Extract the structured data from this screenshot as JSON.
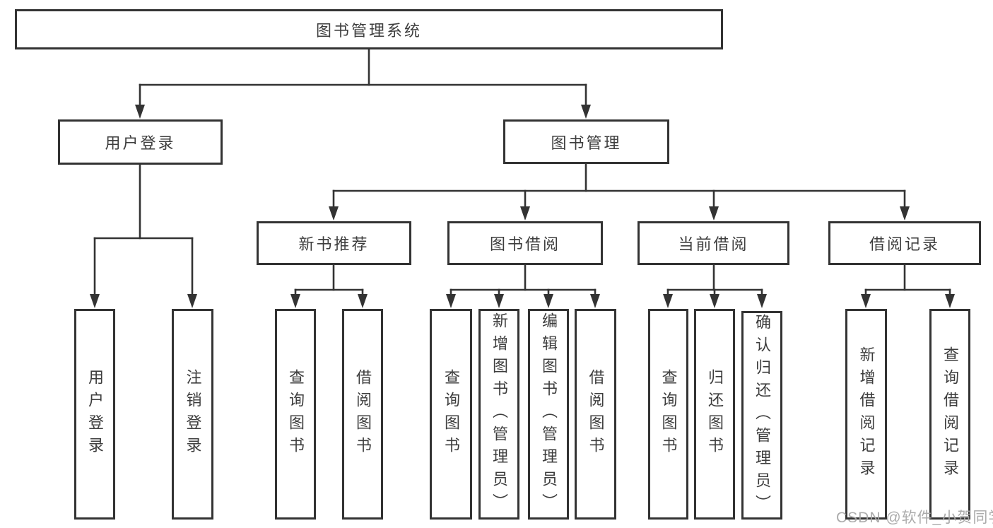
{
  "diagram": {
    "colors": {
      "line": "#333333",
      "box_border": "#333333",
      "box_fill": "#ffffff",
      "text": "#3d3d3d",
      "watermark": "#a6a6a6",
      "background": "#ffffff"
    },
    "watermark": "CSDN @软件_小贺同学",
    "tree": {
      "root": {
        "label": "图书管理系统",
        "children": [
          {
            "label": "用户登录",
            "children": [
              {
                "label": "用户登录"
              },
              {
                "label": "注销登录"
              }
            ]
          },
          {
            "label": "图书管理",
            "children": [
              {
                "label": "新书推荐",
                "children": [
                  {
                    "label": "查询图书"
                  },
                  {
                    "label": "借阅图书"
                  }
                ]
              },
              {
                "label": "图书借阅",
                "children": [
                  {
                    "label": "查询图书"
                  },
                  {
                    "label": "新增图书（管理员）"
                  },
                  {
                    "label": "编辑图书（管理员）"
                  },
                  {
                    "label": "借阅图书"
                  }
                ]
              },
              {
                "label": "当前借阅",
                "children": [
                  {
                    "label": "查询图书"
                  },
                  {
                    "label": "归还图书"
                  },
                  {
                    "label": "确认归还（管理员）"
                  }
                ]
              },
              {
                "label": "借阅记录",
                "children": [
                  {
                    "label": "新增借阅记录"
                  },
                  {
                    "label": "查询借阅记录"
                  }
                ]
              }
            ]
          }
        ]
      }
    }
  }
}
